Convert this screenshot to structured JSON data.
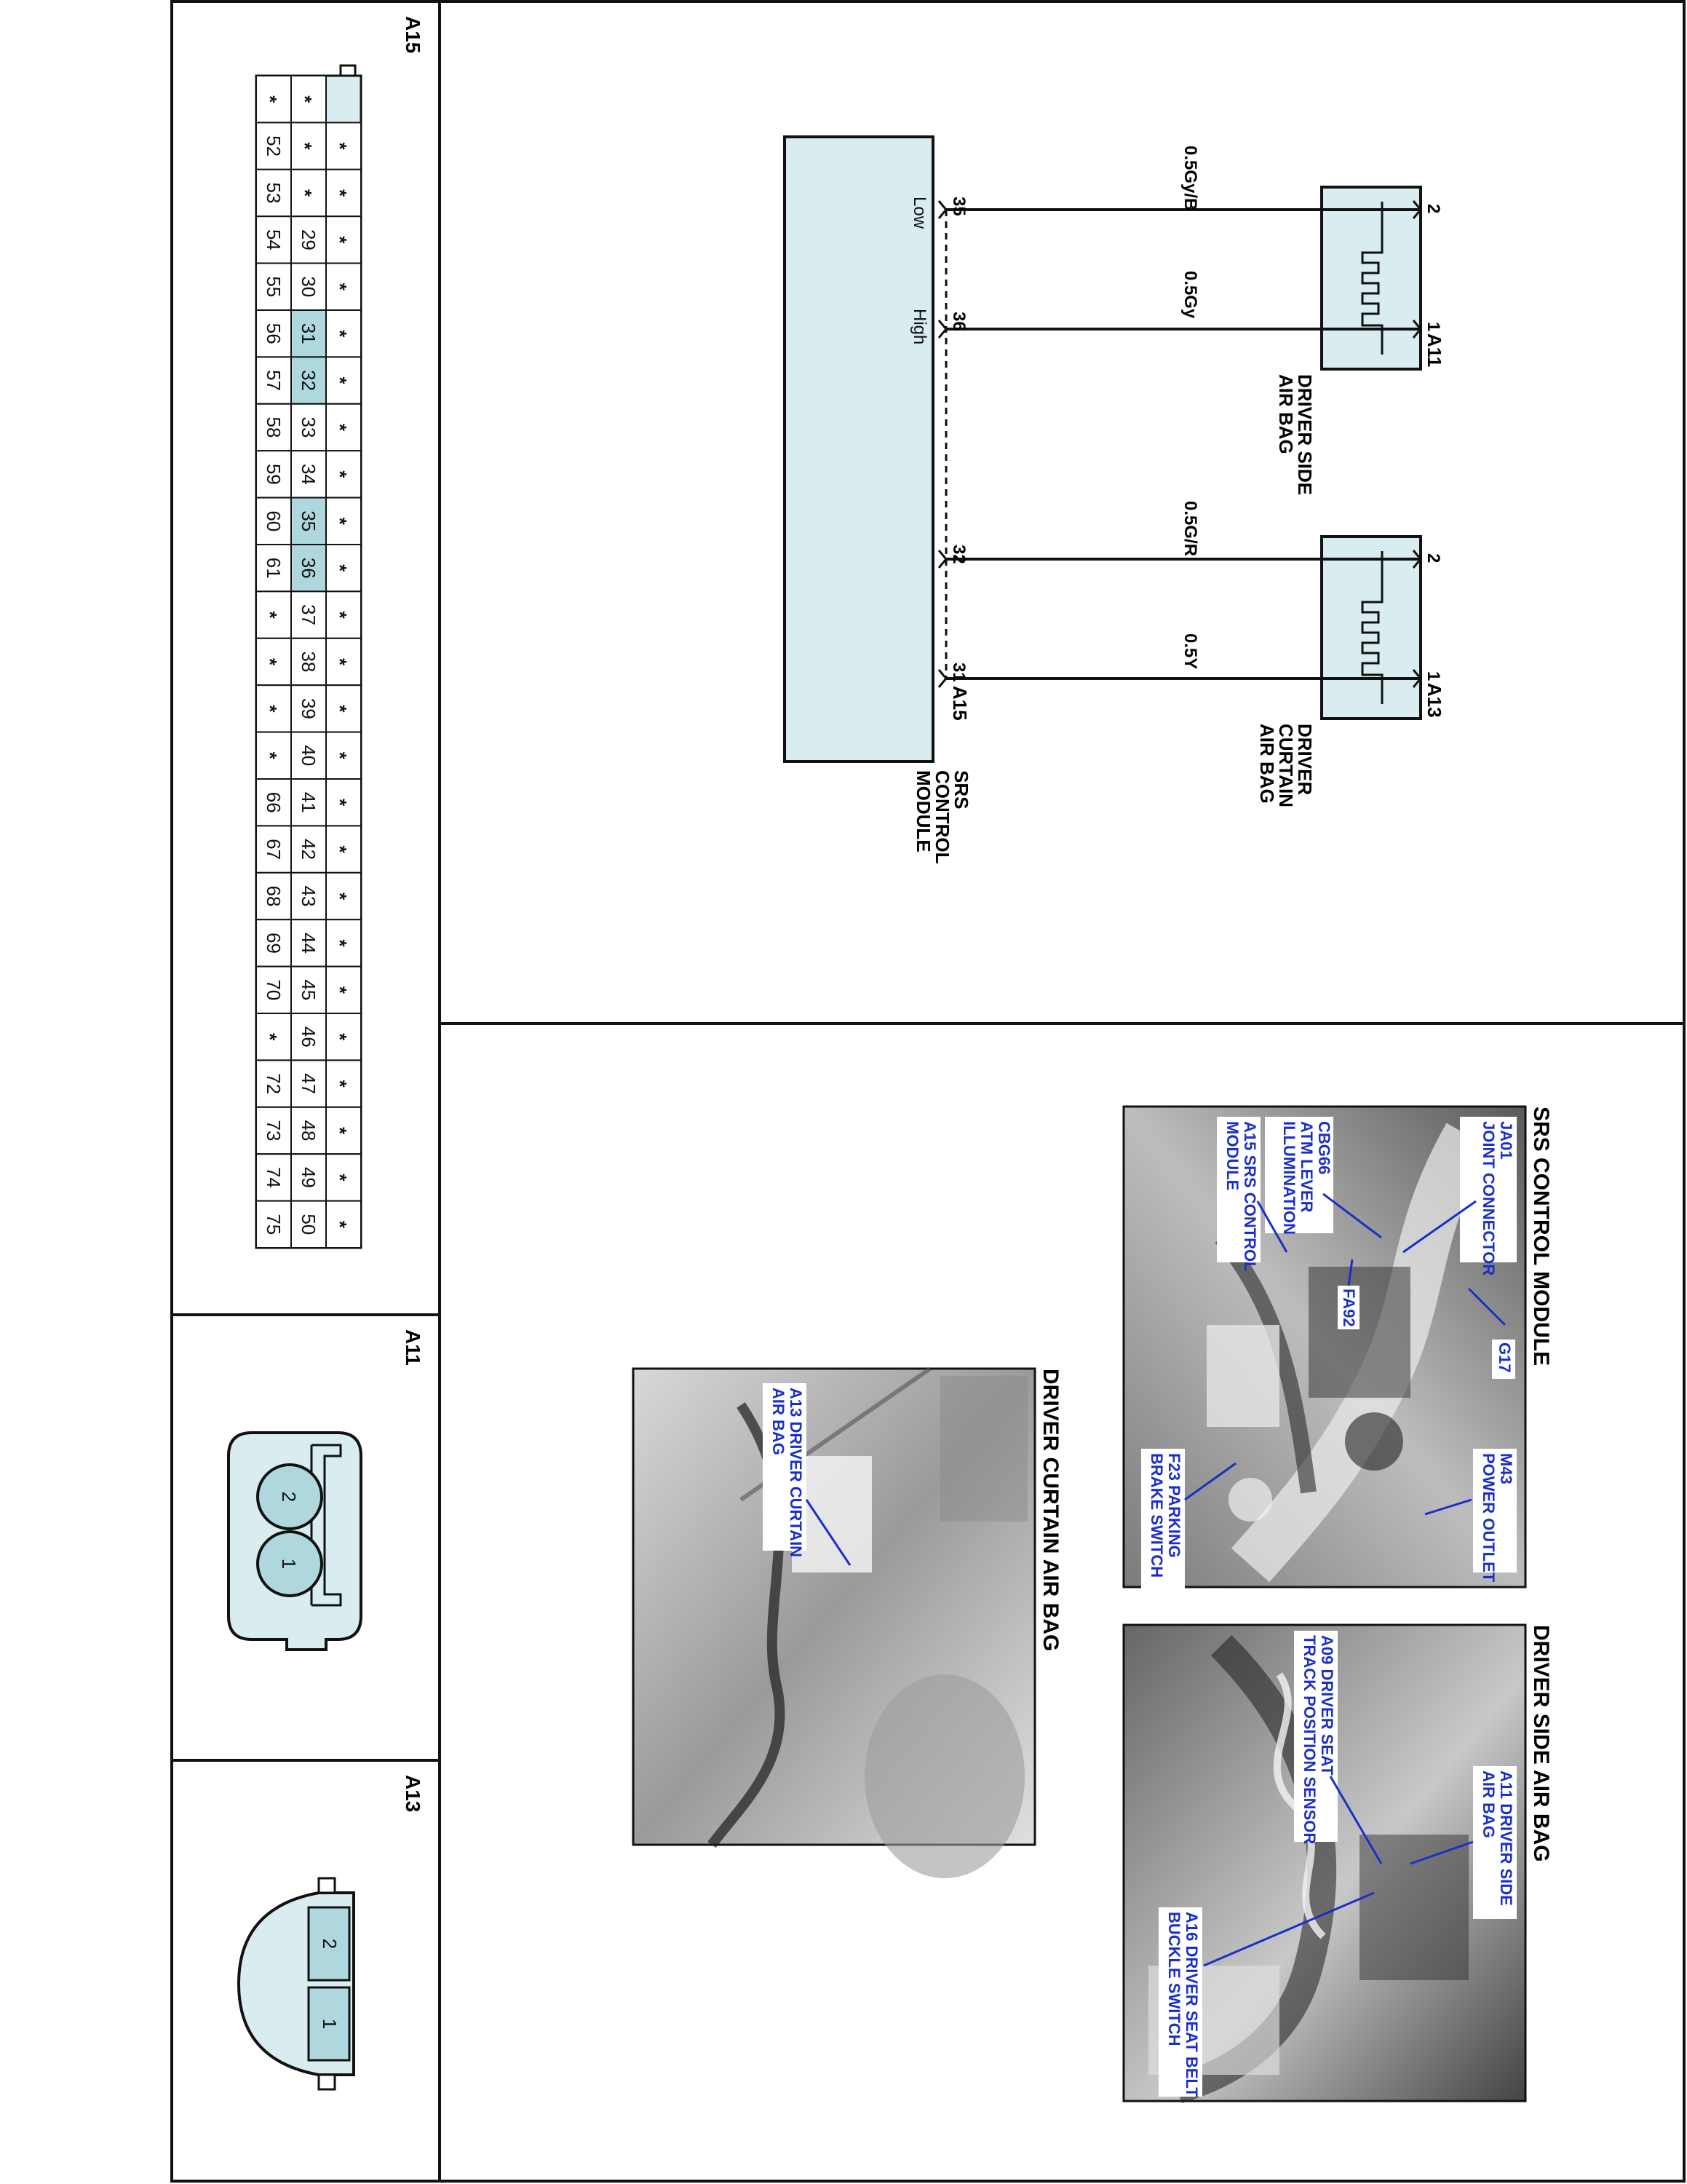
{
  "colors": {
    "line": "#111111",
    "module_fill": "#d9ecef",
    "highlight": "#aed8dd",
    "callout": "#1a2fc8"
  },
  "schematic": {
    "driver_side_air_bag": {
      "title_lines": [
        "DRIVER SIDE",
        "AIR BAG"
      ],
      "connector": "A11",
      "pin_top": "2",
      "pin_bottom": "1"
    },
    "driver_curtain_air_bag": {
      "title_lines": [
        "DRIVER",
        "CURTAIN",
        "AIR BAG"
      ],
      "connector": "A13",
      "pin_top": "2",
      "pin_bottom": "1"
    },
    "srs_control_module": {
      "title_lines": [
        "SRS",
        "CONTROL",
        "MODULE"
      ],
      "connector": "A15",
      "label_low": "Low",
      "label_high": "High"
    },
    "wires": [
      {
        "from_pin": "2",
        "to_pin": "35",
        "label": "0.5Gy/B"
      },
      {
        "from_pin": "1",
        "to_pin": "36",
        "label": "0.5Gy"
      },
      {
        "from_pin": "2",
        "to_pin": "32",
        "label": "0.5G/R"
      },
      {
        "from_pin": "1",
        "to_pin": "31",
        "label": "0.5Y"
      }
    ]
  },
  "photos": {
    "srs_control_module": {
      "title": "SRS CONTROL MODULE",
      "callouts": [
        {
          "lines": [
            "JA01",
            "JOINT CONNECTOR"
          ]
        },
        {
          "lines": [
            "CBG66",
            "ATM LEVER",
            "ILLUMINATION"
          ]
        },
        {
          "lines": [
            "G17"
          ]
        },
        {
          "lines": [
            "FA92"
          ]
        },
        {
          "lines": [
            "A15 SRS CONTROL",
            "MODULE"
          ]
        },
        {
          "lines": [
            "M43",
            "POWER OUTLET"
          ]
        },
        {
          "lines": [
            "F23 PARKING",
            "BRAKE SWITCH"
          ]
        }
      ]
    },
    "driver_side_air_bag": {
      "title": "DRIVER SIDE AIR BAG",
      "callouts": [
        {
          "lines": [
            "A11 DRIVER SIDE",
            "AIR BAG"
          ]
        },
        {
          "lines": [
            "A09 DRIVER SEAT",
            "TRACK POSITION SENSOR"
          ]
        },
        {
          "lines": [
            "A16 DRIVER SEAT BELT",
            "BUCKLE SWITCH"
          ]
        }
      ]
    },
    "driver_curtain_air_bag": {
      "title": "DRIVER CURTAIN AIR BAG",
      "callouts": [
        {
          "lines": [
            "A13 DRIVER CURTAIN",
            "AIR BAG"
          ]
        }
      ]
    }
  },
  "connector_faces": {
    "a15": {
      "label": "A15",
      "rows": [
        [
          "*",
          "*",
          "*",
          "*",
          "*",
          "*",
          "*",
          "*",
          "*",
          "*",
          "*",
          "*",
          "*",
          "*",
          "*",
          "*",
          "*",
          "*",
          "*",
          "*",
          "*",
          "*",
          "*",
          "*"
        ],
        [
          "*",
          "*",
          "*",
          "29",
          "30",
          "31",
          "32",
          "33",
          "34",
          "35",
          "36",
          "37",
          "38",
          "39",
          "40",
          "41",
          "42",
          "43",
          "44",
          "45",
          "46",
          "47",
          "48",
          "49",
          "50"
        ],
        [
          "*",
          "52",
          "53",
          "54",
          "55",
          "56",
          "57",
          "58",
          "59",
          "60",
          "61",
          "*",
          "*",
          "*",
          "*",
          "66",
          "67",
          "68",
          "69",
          "70",
          "*",
          "72",
          "73",
          "74",
          "75"
        ]
      ],
      "highlighted": [
        "31",
        "32",
        "35",
        "36"
      ]
    },
    "a11": {
      "label": "A11",
      "pins": [
        "2",
        "1"
      ]
    },
    "a13": {
      "label": "A13",
      "pins": [
        "2",
        "1"
      ]
    }
  }
}
